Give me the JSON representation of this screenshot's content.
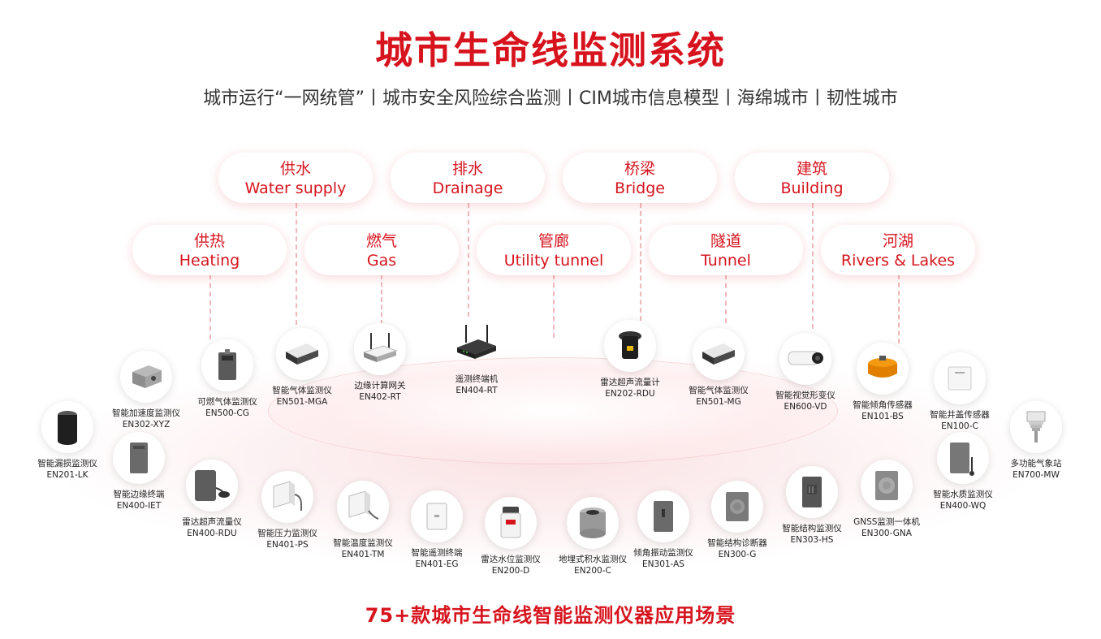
{
  "title": "城市生命线监测系统",
  "subtitle": "城市运行“一网统管”丨城市安全风险综合监测丨CIM城市信息模型丨海绵城市丨韧性城市",
  "footer": "75+款城市生命线智能监测仪器应用场景",
  "colors": {
    "accent": "#d7141e",
    "text": "#333333"
  },
  "scenarios": [
    {
      "zh": "供水",
      "en": "Water supply"
    },
    {
      "zh": "排水",
      "en": "Drainage"
    },
    {
      "zh": "桥梁",
      "en": "Bridge"
    },
    {
      "zh": "建筑",
      "en": "Building"
    },
    {
      "zh": "供热",
      "en": "Heating"
    },
    {
      "zh": "燃气",
      "en": "Gas"
    },
    {
      "zh": "管廊",
      "en": "Utility tunnel"
    },
    {
      "zh": "隧道",
      "en": "Tunnel"
    },
    {
      "zh": "河湖",
      "en": "Rivers & Lakes"
    }
  ],
  "devices": [
    {
      "name": "智能加速度监测仪",
      "model": "EN302-XYZ",
      "icon": "accelerometer-icon"
    },
    {
      "name": "可燃气体监测仪",
      "model": "EN500-CG",
      "icon": "gas-detector-icon"
    },
    {
      "name": "智能气体监测仪",
      "model": "EN501-MGA",
      "icon": "gas-monitor-icon"
    },
    {
      "name": "边缘计算网关",
      "model": "EN402-RT",
      "icon": "gateway-icon"
    },
    {
      "name": "遥测终端机",
      "model": "EN404-RT",
      "icon": "router-icon"
    },
    {
      "name": "雷达超声流量计",
      "model": "EN202-RDU",
      "icon": "radar-flowmeter-icon"
    },
    {
      "name": "智能气体监测仪",
      "model": "EN501-MG",
      "icon": "gas-monitor-icon"
    },
    {
      "name": "智能视觉形变仪",
      "model": "EN600-VD",
      "icon": "camera-icon"
    },
    {
      "name": "智能倾角传感器",
      "model": "EN101-BS",
      "icon": "tilt-sensor-icon"
    },
    {
      "name": "智能井盖传感器",
      "model": "EN100-C",
      "icon": "manhole-sensor-icon"
    },
    {
      "name": "智能漏损监测仪",
      "model": "EN201-LK",
      "icon": "leak-monitor-icon"
    },
    {
      "name": "多功能气象站",
      "model": "EN700-MW",
      "icon": "weather-station-icon"
    },
    {
      "name": "智能边缘终端",
      "model": "EN400-IET",
      "icon": "edge-terminal-icon"
    },
    {
      "name": "智能水质监测仪",
      "model": "EN400-WQ",
      "icon": "water-quality-icon"
    },
    {
      "name": "雷达超声流量仪",
      "model": "EN400-RDU",
      "icon": "radar-flow-icon"
    },
    {
      "name": "智能压力监测仪",
      "model": "EN401-PS",
      "icon": "pressure-icon"
    },
    {
      "name": "智能温度监测仪",
      "model": "EN401-TM",
      "icon": "temperature-icon"
    },
    {
      "name": "智能遥测终端",
      "model": "EN401-EG",
      "icon": "telemetry-icon"
    },
    {
      "name": "雷达水位监测仪",
      "model": "EN200-D",
      "icon": "water-level-icon"
    },
    {
      "name": "地埋式积水监测仪",
      "model": "EN200-C",
      "icon": "waterlogging-icon"
    },
    {
      "name": "倾角振动监测仪",
      "model": "EN301-AS",
      "icon": "vibration-icon"
    },
    {
      "name": "智能结构诊断器",
      "model": "EN300-G",
      "icon": "structure-diagnosis-icon"
    },
    {
      "name": "智能结构监测仪",
      "model": "EN303-HS",
      "icon": "structure-monitor-icon"
    },
    {
      "name": "GNSS监测一体机",
      "model": "EN300-GNA",
      "icon": "gnss-icon"
    }
  ]
}
